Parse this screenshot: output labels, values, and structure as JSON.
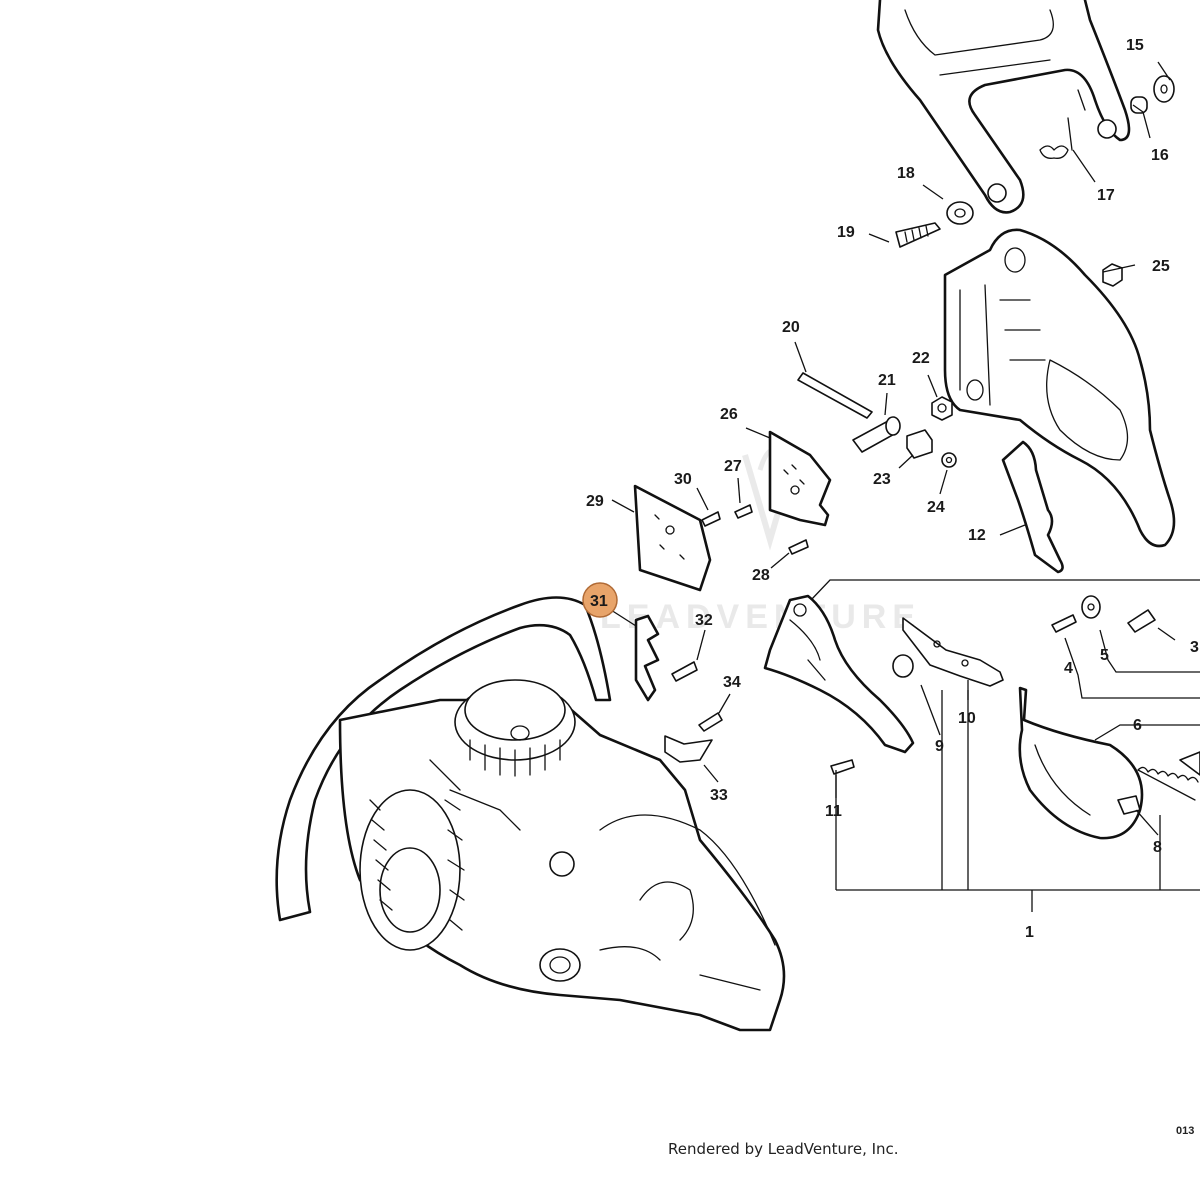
{
  "diagram": {
    "watermark": "LEADVENTURE",
    "credit": "Rendered by LeadVenture, Inc.",
    "figure_code": "013",
    "highlight_color": "#e8a46a",
    "highlighted_callout": "31",
    "callouts": {
      "c1": "1",
      "c3": "3",
      "c4": "4",
      "c5": "5",
      "c6": "6",
      "c8": "8",
      "c9": "9",
      "c10": "10",
      "c11": "11",
      "c12": "12",
      "c15": "15",
      "c16": "16",
      "c17": "17",
      "c18": "18",
      "c19": "19",
      "c20": "20",
      "c21": "21",
      "c22": "22",
      "c23": "23",
      "c24": "24",
      "c25": "25",
      "c26": "26",
      "c27": "27",
      "c28": "28",
      "c29": "29",
      "c30": "30",
      "c31": "31",
      "c32": "32",
      "c33": "33",
      "c34": "34"
    }
  }
}
